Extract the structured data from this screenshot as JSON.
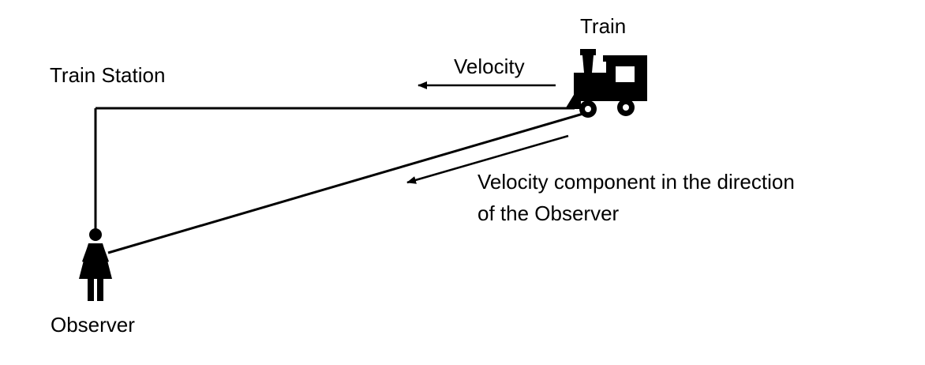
{
  "labels": {
    "train": "Train",
    "train_station": "Train Station",
    "velocity": "Velocity",
    "velocity_component_line1": "Velocity component in the direction",
    "velocity_component_line2": "of the Observer",
    "observer": "Observer"
  },
  "icons": {
    "train": "steam-locomotive-icon",
    "observer": "person-icon"
  },
  "colors": {
    "ink": "#000000",
    "background": "#ffffff"
  }
}
